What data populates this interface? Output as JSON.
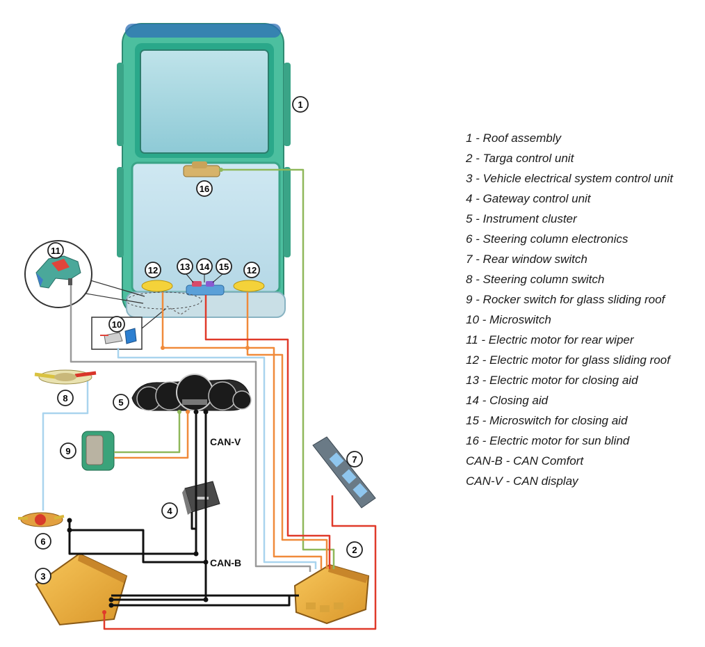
{
  "callouts": [
    "1",
    "2",
    "3",
    "4",
    "5",
    "6",
    "7",
    "8",
    "9",
    "10",
    "11",
    "12",
    "12",
    "13",
    "14",
    "15",
    "16"
  ],
  "bus_labels": {
    "can_v": "CAN-V",
    "can_b": "CAN-B"
  },
  "legend": [
    "1 - Roof assembly",
    "2 - Targa control unit",
    "3 - Vehicle electrical system control unit",
    "4 - Gateway control unit",
    "5 - Instrument cluster",
    "6 - Steering column electronics",
    "7 - Rear window switch",
    "8 - Steering column switch",
    "9 - Rocker switch for glass sliding roof",
    "10 - Microswitch",
    "11 - Electric motor for rear wiper",
    "12 - Electric motor for glass sliding roof",
    "13 - Electric motor for closing aid",
    "14 - Closing aid",
    "15 - Microswitch for closing aid",
    "16 - Electric motor for sun blind",
    "CAN-B - CAN Comfort",
    "CAN-V - CAN display"
  ],
  "colors": {
    "roof_frame": "#3fb89a",
    "glass": "#9fd3de",
    "wire_black": "#111111",
    "wire_red": "#e03a2a",
    "wire_orange": "#f08a3a",
    "wire_green": "#8fb85a",
    "wire_lightblue": "#a9d4ee",
    "wire_grey": "#9a9a9a",
    "wire_violet": "#8e86c8",
    "control_unit": "#f3b23c"
  }
}
